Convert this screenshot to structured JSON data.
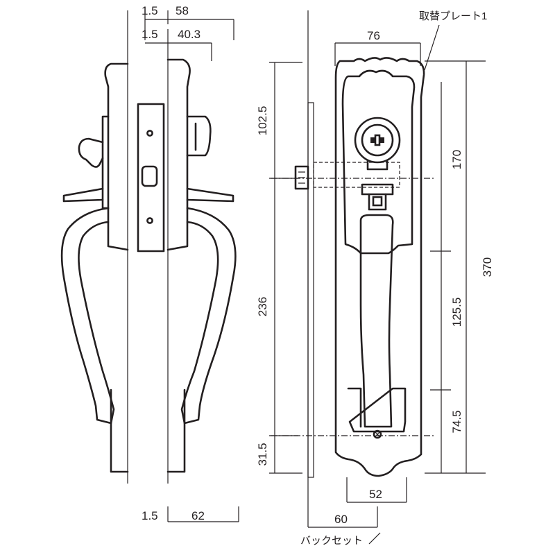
{
  "top_dims": {
    "a_left": "1.5",
    "a_right": "58",
    "b_left": "1.5",
    "b_right": "40.3"
  },
  "bottom_dims": {
    "left": "1.5",
    "right": "62"
  },
  "side_dims": {
    "d1": "102.5",
    "d2": "236",
    "d3": "31.5"
  },
  "front_dims": {
    "width_top": "76",
    "width_bottom": "52",
    "r1": "170",
    "r2": "125.5",
    "r3": "74.5",
    "total": "370",
    "backset": "60"
  },
  "labels": {
    "plate": "取替プレート1",
    "backset": "バックセット"
  },
  "colors": {
    "line": "#231f20",
    "background": "#ffffff"
  }
}
